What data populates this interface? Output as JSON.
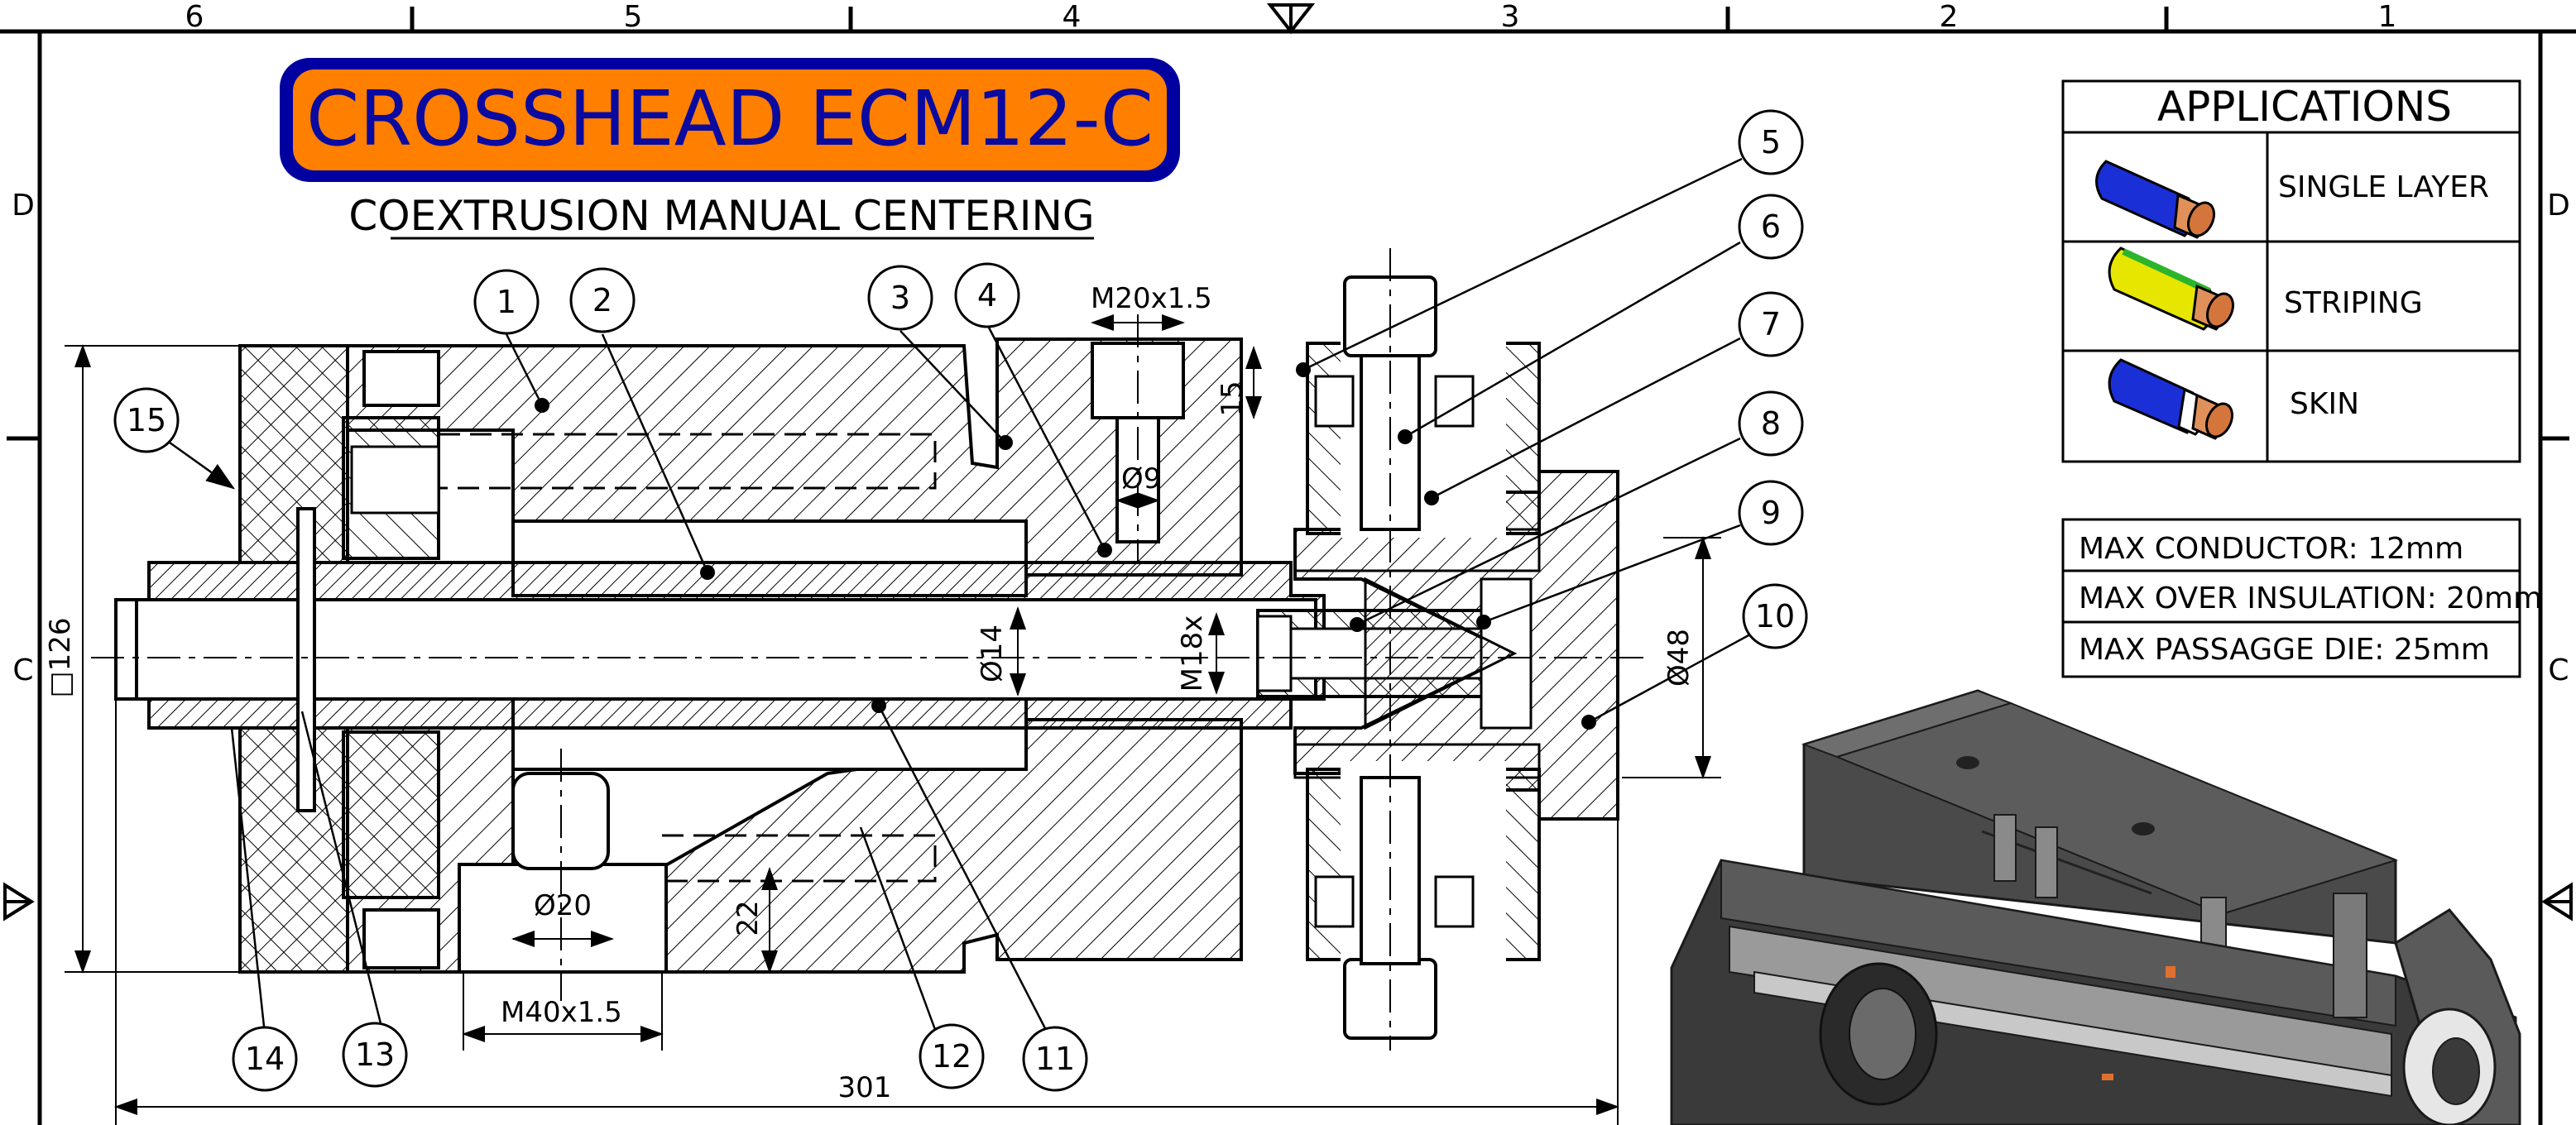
{
  "title": "CROSSHEAD ECM12-C",
  "subtitle": "COEXTRUSION MANUAL CENTERING",
  "colors": {
    "title_fill": "#ff7f00",
    "title_border": "#0000a0",
    "title_text": "#0a0aa0"
  },
  "frame": {
    "columns": [
      "6",
      "5",
      "4",
      "3",
      "2",
      "1"
    ],
    "rows": [
      "D",
      "C"
    ]
  },
  "applications": {
    "header": "APPLICATIONS",
    "rows": [
      {
        "label": "SINGLE LAYER",
        "icon": "blue-cable-icon"
      },
      {
        "label": "STRIPING",
        "icon": "yellow-green-cable-icon"
      },
      {
        "label": "SKIN",
        "icon": "blue-white-cable-icon"
      }
    ]
  },
  "specs": [
    "MAX CONDUCTOR: 12mm",
    "MAX OVER INSULATION: 20mm",
    "MAX PASSAGGE DIE: 25mm"
  ],
  "dimensions": {
    "m20": "M20x1.5",
    "d9": "Ø9",
    "d15": "15",
    "d14": "Ø14",
    "m18": "M18x",
    "d48": "Ø48",
    "sq126": "□126",
    "d20": "Ø20",
    "d22": "22",
    "m40": "M40x1.5",
    "len301": "301"
  },
  "balloons": [
    "1",
    "2",
    "3",
    "4",
    "5",
    "6",
    "7",
    "8",
    "9",
    "10",
    "11",
    "12",
    "13",
    "14",
    "15"
  ]
}
